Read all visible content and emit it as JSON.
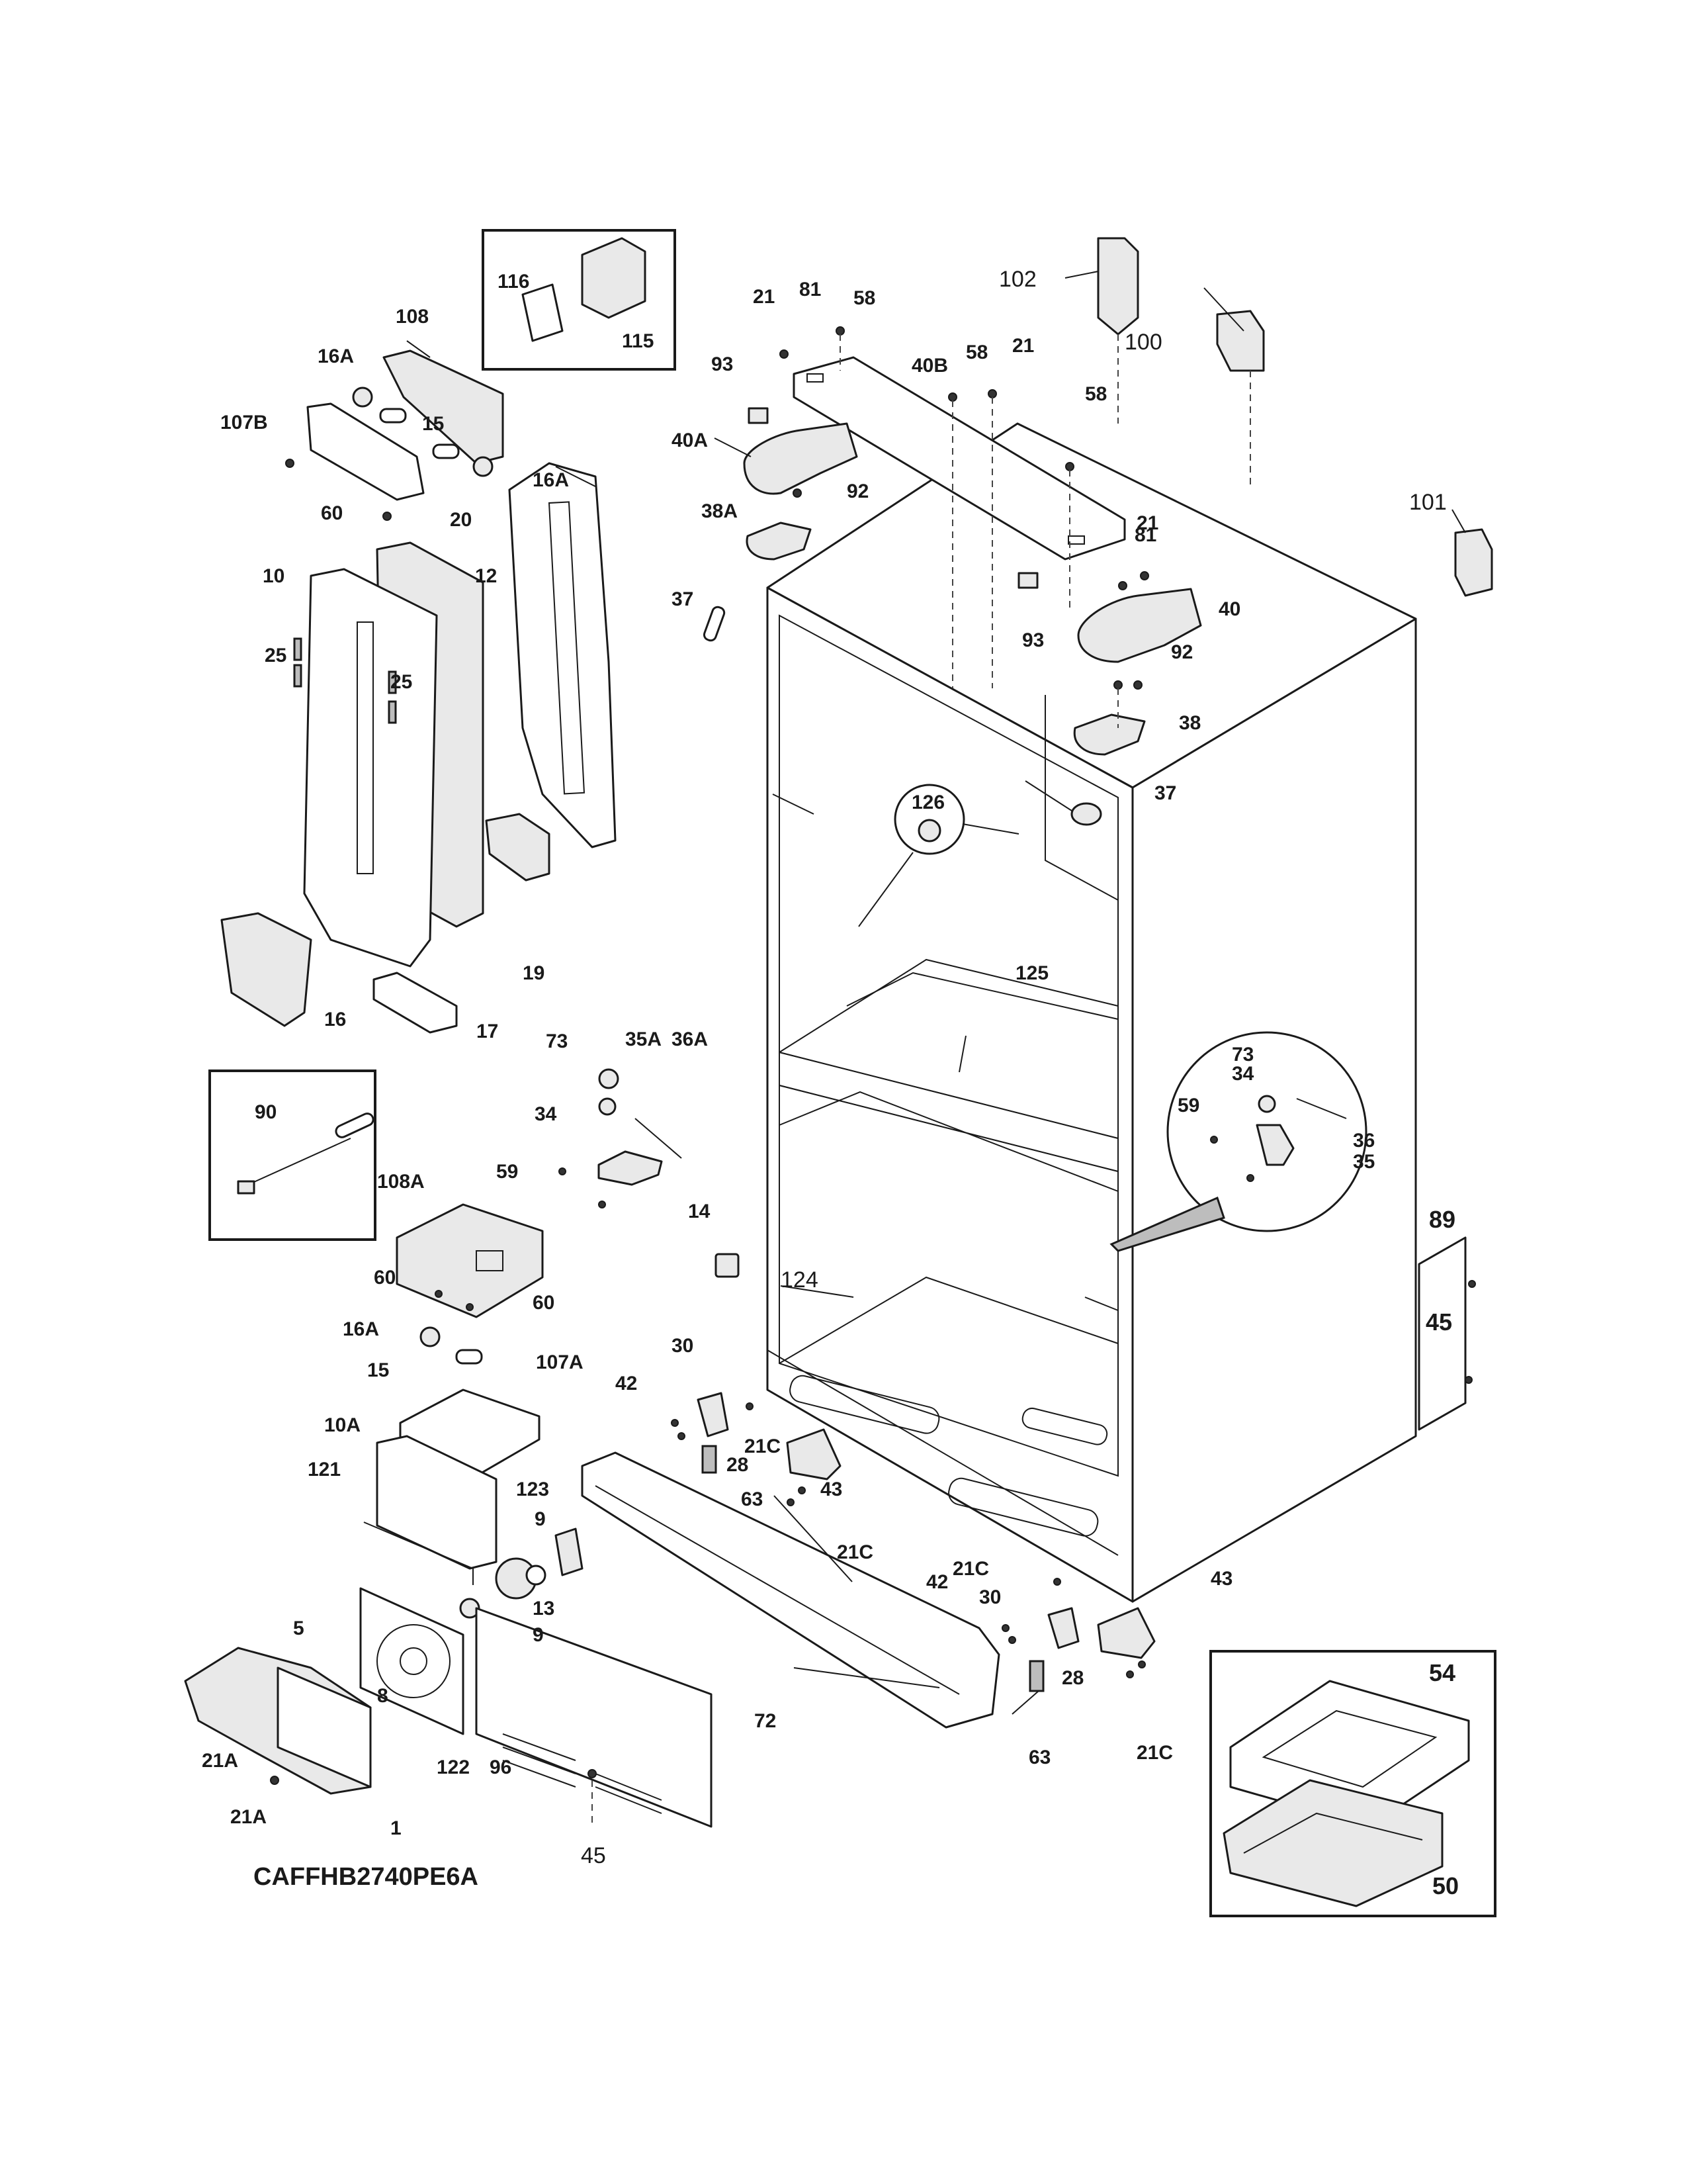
{
  "model_number": "CAFFHB2740PE6A",
  "callouts": [
    {
      "id": "c1",
      "text": "1",
      "weight": "bold"
    },
    {
      "id": "c5",
      "text": "5",
      "weight": "bold"
    },
    {
      "id": "c8",
      "text": "8",
      "weight": "bold"
    },
    {
      "id": "c9a",
      "text": "9",
      "weight": "bold"
    },
    {
      "id": "c9b",
      "text": "9",
      "weight": "bold"
    },
    {
      "id": "c10",
      "text": "10",
      "weight": "bold"
    },
    {
      "id": "c10A",
      "text": "10A",
      "weight": "bold"
    },
    {
      "id": "c12",
      "text": "12",
      "weight": "bold"
    },
    {
      "id": "c13",
      "text": "13",
      "weight": "bold"
    },
    {
      "id": "c14",
      "text": "14",
      "weight": "bold"
    },
    {
      "id": "c15a",
      "text": "15",
      "weight": "bold"
    },
    {
      "id": "c15b",
      "text": "15",
      "weight": "bold"
    },
    {
      "id": "c16",
      "text": "16",
      "weight": "bold"
    },
    {
      "id": "c16Aa",
      "text": "16A",
      "weight": "bold"
    },
    {
      "id": "c16Ab",
      "text": "16A",
      "weight": "bold"
    },
    {
      "id": "c16Ac",
      "text": "16A",
      "weight": "bold"
    },
    {
      "id": "c17",
      "text": "17",
      "weight": "bold"
    },
    {
      "id": "c19",
      "text": "19",
      "weight": "bold"
    },
    {
      "id": "c20",
      "text": "20",
      "weight": "bold"
    },
    {
      "id": "c21a",
      "text": "21",
      "weight": "bold"
    },
    {
      "id": "c21b",
      "text": "21",
      "weight": "bold"
    },
    {
      "id": "c21c",
      "text": "21",
      "weight": "bold"
    },
    {
      "id": "c21Aa",
      "text": "21A",
      "weight": "bold"
    },
    {
      "id": "c21Ab",
      "text": "21A",
      "weight": "bold"
    },
    {
      "id": "c21Ca",
      "text": "21C",
      "weight": "bold"
    },
    {
      "id": "c21Cb",
      "text": "21C",
      "weight": "bold"
    },
    {
      "id": "c21Cc",
      "text": "21C",
      "weight": "bold"
    },
    {
      "id": "c21Cd",
      "text": "21C",
      "weight": "bold"
    },
    {
      "id": "c25a",
      "text": "25",
      "weight": "bold"
    },
    {
      "id": "c25b",
      "text": "25",
      "weight": "bold"
    },
    {
      "id": "c28a",
      "text": "28",
      "weight": "bold"
    },
    {
      "id": "c28b",
      "text": "28",
      "weight": "bold"
    },
    {
      "id": "c30a",
      "text": "30",
      "weight": "bold"
    },
    {
      "id": "c30b",
      "text": "30",
      "weight": "bold"
    },
    {
      "id": "c34a",
      "text": "34",
      "weight": "bold"
    },
    {
      "id": "c34b",
      "text": "34",
      "weight": "bold"
    },
    {
      "id": "c35",
      "text": "35",
      "weight": "bold"
    },
    {
      "id": "c35A",
      "text": "35A",
      "weight": "bold"
    },
    {
      "id": "c36",
      "text": "36",
      "weight": "bold"
    },
    {
      "id": "c36A",
      "text": "36A",
      "weight": "bold"
    },
    {
      "id": "c37a",
      "text": "37",
      "weight": "bold"
    },
    {
      "id": "c37b",
      "text": "37",
      "weight": "bold"
    },
    {
      "id": "c38",
      "text": "38",
      "weight": "bold"
    },
    {
      "id": "c38A",
      "text": "38A",
      "weight": "bold"
    },
    {
      "id": "c40",
      "text": "40",
      "weight": "bold"
    },
    {
      "id": "c40A",
      "text": "40A",
      "weight": "bold"
    },
    {
      "id": "c40B",
      "text": "40B",
      "weight": "bold"
    },
    {
      "id": "c42a",
      "text": "42",
      "weight": "bold"
    },
    {
      "id": "c42b",
      "text": "42",
      "weight": "bold"
    },
    {
      "id": "c43a",
      "text": "43",
      "weight": "bold"
    },
    {
      "id": "c43b",
      "text": "43",
      "weight": "bold"
    },
    {
      "id": "c45a",
      "text": "45",
      "weight": "big"
    },
    {
      "id": "c45b",
      "text": "45",
      "weight": "plain"
    },
    {
      "id": "c50",
      "text": "50",
      "weight": "big"
    },
    {
      "id": "c54",
      "text": "54",
      "weight": "big"
    },
    {
      "id": "c58a",
      "text": "58",
      "weight": "bold"
    },
    {
      "id": "c58b",
      "text": "58",
      "weight": "bold"
    },
    {
      "id": "c58c",
      "text": "58",
      "weight": "bold"
    },
    {
      "id": "c59a",
      "text": "59",
      "weight": "bold"
    },
    {
      "id": "c59b",
      "text": "59",
      "weight": "bold"
    },
    {
      "id": "c60a",
      "text": "60",
      "weight": "bold"
    },
    {
      "id": "c60b",
      "text": "60",
      "weight": "bold"
    },
    {
      "id": "c60c",
      "text": "60",
      "weight": "bold"
    },
    {
      "id": "c63a",
      "text": "63",
      "weight": "bold"
    },
    {
      "id": "c63b",
      "text": "63",
      "weight": "bold"
    },
    {
      "id": "c72",
      "text": "72",
      "weight": "bold"
    },
    {
      "id": "c73a",
      "text": "73",
      "weight": "bold"
    },
    {
      "id": "c73b",
      "text": "73",
      "weight": "bold"
    },
    {
      "id": "c81a",
      "text": "81",
      "weight": "bold"
    },
    {
      "id": "c81b",
      "text": "81",
      "weight": "bold"
    },
    {
      "id": "c89",
      "text": "89",
      "weight": "big"
    },
    {
      "id": "c90",
      "text": "90",
      "weight": "bold"
    },
    {
      "id": "c92a",
      "text": "92",
      "weight": "bold"
    },
    {
      "id": "c92b",
      "text": "92",
      "weight": "bold"
    },
    {
      "id": "c93a",
      "text": "93",
      "weight": "bold"
    },
    {
      "id": "c93b",
      "text": "93",
      "weight": "bold"
    },
    {
      "id": "c96",
      "text": "96",
      "weight": "bold"
    },
    {
      "id": "c100",
      "text": "100",
      "weight": "plain"
    },
    {
      "id": "c101",
      "text": "101",
      "weight": "plain"
    },
    {
      "id": "c102",
      "text": "102",
      "weight": "plain"
    },
    {
      "id": "c107A",
      "text": "107A",
      "weight": "bold"
    },
    {
      "id": "c107B",
      "text": "107B",
      "weight": "bold"
    },
    {
      "id": "c108",
      "text": "108",
      "weight": "bold"
    },
    {
      "id": "c108A",
      "text": "108A",
      "weight": "bold"
    },
    {
      "id": "c115",
      "text": "115",
      "weight": "bold"
    },
    {
      "id": "c116",
      "text": "116",
      "weight": "bold"
    },
    {
      "id": "c121",
      "text": "121",
      "weight": "bold"
    },
    {
      "id": "c122",
      "text": "122",
      "weight": "bold"
    },
    {
      "id": "c123",
      "text": "123",
      "weight": "bold"
    },
    {
      "id": "c124",
      "text": "124",
      "weight": "plain"
    },
    {
      "id": "c125",
      "text": "125",
      "weight": "bold"
    },
    {
      "id": "c126",
      "text": "126",
      "weight": "bold"
    }
  ]
}
